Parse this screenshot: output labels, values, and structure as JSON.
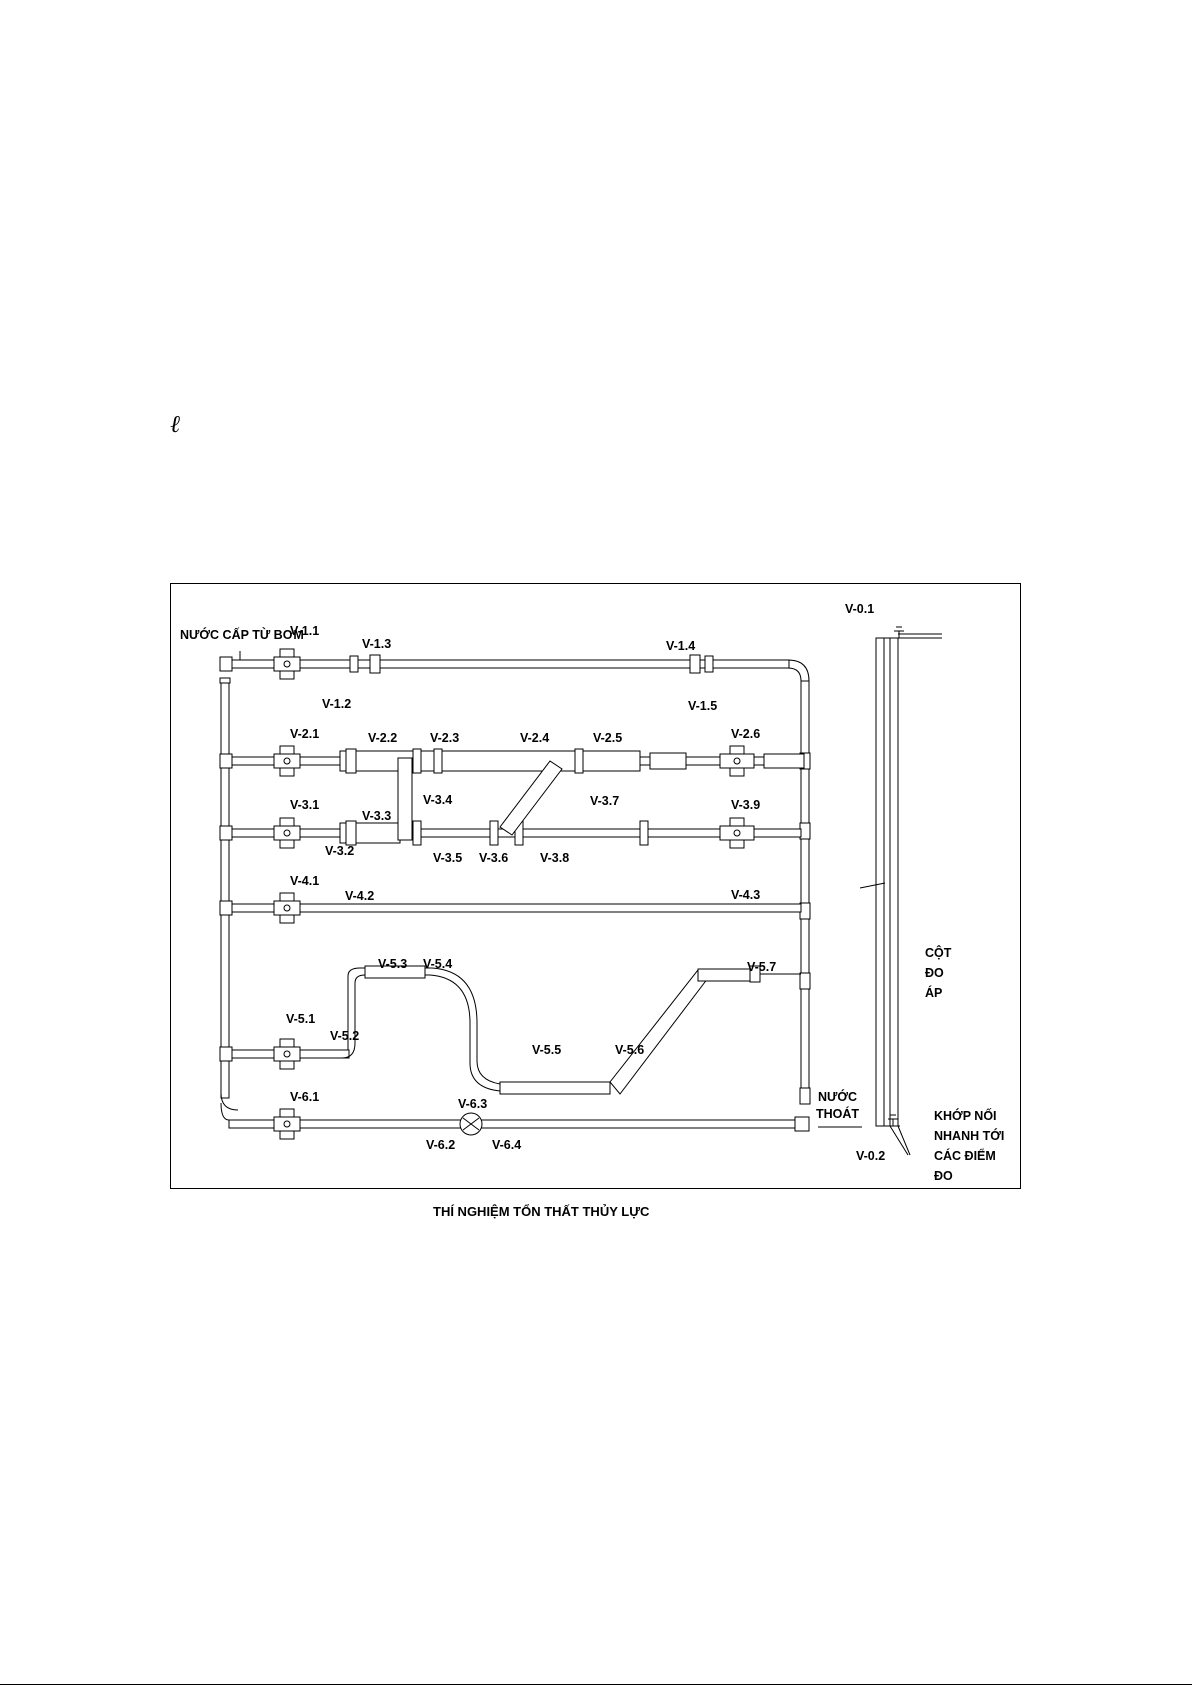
{
  "symbol": "ℓ",
  "caption": "THÍ NGHIỆM TỔN THẤT THỦY LỰC",
  "labels": {
    "supply": "NƯỚC CẤP TỪ BƠM",
    "drain_1": "NƯỚC",
    "drain_2": "THOÁT",
    "column_1": "CỘT",
    "column_2": "ĐO",
    "column_3": "ÁP",
    "coupling_1": "KHỚP NỐI",
    "coupling_2": "NHANH TỚI",
    "coupling_3": "CÁC ĐIỂM",
    "coupling_4": "ĐO"
  },
  "valves": {
    "v01": "V-0.1",
    "v02": "V-0.2",
    "v11": "V-1.1",
    "v12": "V-1.2",
    "v13": "V-1.3",
    "v14": "V-1.4",
    "v15": "V-1.5",
    "v21": "V-2.1",
    "v22": "V-2.2",
    "v23": "V-2.3",
    "v24": "V-2.4",
    "v25": "V-2.5",
    "v26": "V-2.6",
    "v31": "V-3.1",
    "v32": "V-3.2",
    "v33": "V-3.3",
    "v34": "V-3.4",
    "v35": "V-3.5",
    "v36": "V-3.6",
    "v37": "V-3.7",
    "v38": "V-3.8",
    "v39": "V-3.9",
    "v41": "V-4.1",
    "v42": "V-4.2",
    "v43": "V-4.3",
    "v51": "V-5.1",
    "v52": "V-5.2",
    "v53": "V-5.3",
    "v54": "V-5.4",
    "v55": "V-5.5",
    "v56": "V-5.6",
    "v57": "V-5.7",
    "v61": "V-6.1",
    "v62": "V-6.2",
    "v63": "V-6.3",
    "v64": "V-6.4"
  }
}
